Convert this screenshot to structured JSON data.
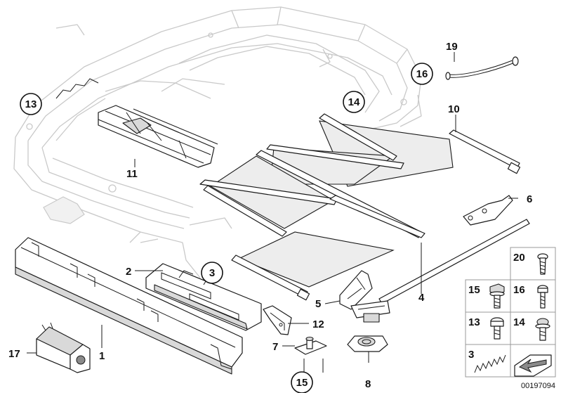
{
  "diagram": {
    "document_number": "00197094",
    "callouts": {
      "p1": "1",
      "p2": "2",
      "p3": "3",
      "p4": "4",
      "p5": "5",
      "p6": "6",
      "p7": "7",
      "p8": "8",
      "p10": "10",
      "p11": "11",
      "p12": "12",
      "p13": "13",
      "p14": "14",
      "p15": "15",
      "p16": "16",
      "p17": "17",
      "p19": "19"
    },
    "legend": {
      "c20": "20",
      "c15": "15",
      "c16": "16",
      "c13": "13",
      "c14": "14",
      "c3": "3"
    }
  }
}
